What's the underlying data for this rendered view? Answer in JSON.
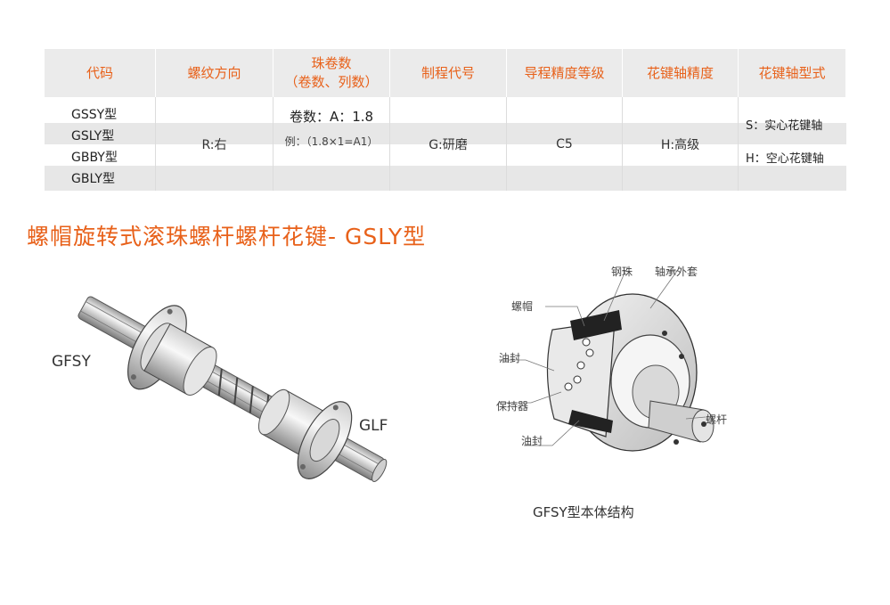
{
  "table": {
    "headers": {
      "code": "代码",
      "thread_direction": "螺纹方向",
      "ball_turns_line1": "珠卷数",
      "ball_turns_line2": "（卷数、列数）",
      "process_code": "制程代号",
      "lead_accuracy": "导程精度等级",
      "spline_accuracy": "花键轴精度",
      "spline_shaft_type": "花键轴型式"
    },
    "codes": [
      "GSSY型",
      "GSLY型",
      "GBBY型",
      "GBLY型"
    ],
    "thread_direction": "R:右",
    "ball_turns_main": "卷数：A：1.8",
    "ball_turns_example": "例：（1.8×1=A1）",
    "process_code": "G:研磨",
    "lead_accuracy": "C5",
    "spline_accuracy": "H:高级",
    "spline_shaft_types": [
      "S：实心花键轴",
      "H：空心花键轴"
    ]
  },
  "title": "螺帽旋转式滚珠螺杆螺杆花键- GSLY型",
  "left_figure": {
    "label_top": "GFSY",
    "label_bottom": "GLF"
  },
  "right_figure": {
    "callouts": {
      "steel_ball": "钢珠",
      "bearing_sleeve": "轴承外套",
      "nut": "螺帽",
      "oil_seal_top": "油封",
      "retainer": "保持器",
      "oil_seal_bottom": "油封",
      "screw": "螺杆"
    },
    "caption": "GFSY型本体结构"
  },
  "colors": {
    "accent": "#e8611a",
    "header_bg": "#ebebeb",
    "stripe": "#e7e7e7"
  }
}
